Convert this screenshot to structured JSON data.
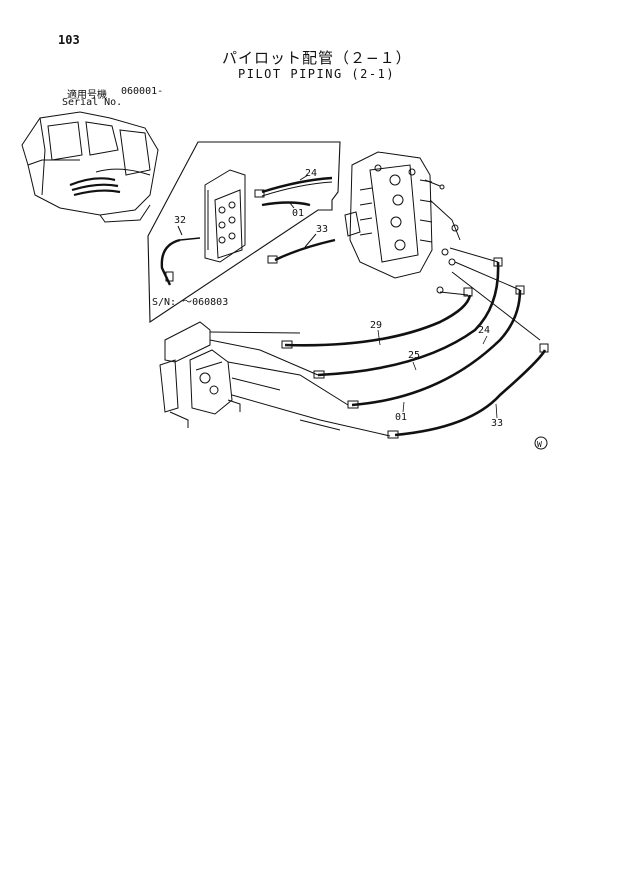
{
  "page_number": "103",
  "title_ja": "パイロット配管（２−１）",
  "title_en": "PILOT PIPING (2-1)",
  "serial": {
    "label_ja": "適用号機",
    "value": "060001-",
    "label_en": "Serial No."
  },
  "inset": {
    "serial_note": "S/N: ～060803"
  },
  "callouts": {
    "inset_24": "24",
    "inset_01": "01",
    "inset_33": "33",
    "inset_32": "32",
    "main_29": "29",
    "main_24": "24",
    "main_25": "25",
    "main_01": "01",
    "main_33": "33"
  },
  "mark": "W"
}
